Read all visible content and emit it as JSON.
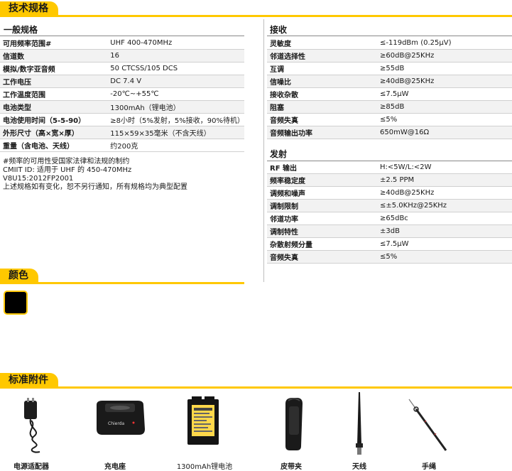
{
  "sections": {
    "specs_title": "技术规格",
    "color_title": "颜色",
    "accessories_title": "标准附件"
  },
  "general": {
    "title": "一般规格",
    "rows": [
      {
        "k": "可用频率范围#",
        "v": "UHF 400-470MHz"
      },
      {
        "k": "信道数",
        "v": "16"
      },
      {
        "k": "模拟/数字亚音频",
        "v": "50 CTCSS/105 DCS"
      },
      {
        "k": "工作电压",
        "v": "DC 7.4 V"
      },
      {
        "k": "工作温度范围",
        "v": "-20℃~+55℃"
      },
      {
        "k": "电池类型",
        "v": "1300mAh（锂电池）"
      },
      {
        "k": "电池使用时间（5-5-90）",
        "v": "≥8小时（5%发射，5%接收，90%待机）"
      },
      {
        "k": "外形尺寸（高×宽×厚）",
        "v": "115×59×35毫米（不含天线）"
      },
      {
        "k": "重量（含电池、天线）",
        "v": "约200克"
      }
    ],
    "notes": [
      "#频率的可用性受国家法律和法规的制约",
      "CMIIT ID: 适用于 UHF 的 450-470MHz",
      "V8U15:2012FP2001",
      "上述规格如有变化，恕不另行通知，所有规格均为典型配置"
    ]
  },
  "receive": {
    "title": "接收",
    "rows": [
      {
        "k": "灵敏度",
        "v": "≤-119dBm (0.25μV)"
      },
      {
        "k": "邻道选择性",
        "v": "≥60dB@25KHz"
      },
      {
        "k": "互调",
        "v": "≥55dB"
      },
      {
        "k": "信噪比",
        "v": "≥40dB@25KHz"
      },
      {
        "k": "接收杂散",
        "v": "≤7.5μW"
      },
      {
        "k": "阻塞",
        "v": "≥85dB"
      },
      {
        "k": "音频失真",
        "v": "≤5%"
      },
      {
        "k": "音频输出功率",
        "v": "650mW@16Ω"
      }
    ]
  },
  "transmit": {
    "title": "发射",
    "rows": [
      {
        "k": "RF 输出",
        "v": "H:<5W/L:<2W"
      },
      {
        "k": "频率稳定度",
        "v": "±2.5 PPM"
      },
      {
        "k": "调频和噪声",
        "v": "≥40dB@25KHz"
      },
      {
        "k": "调制限制",
        "v": "≤±5.0KHz@25KHz"
      },
      {
        "k": "邻道功率",
        "v": "≥65dBc"
      },
      {
        "k": "调制特性",
        "v": "±3dB"
      },
      {
        "k": "杂散射频分量",
        "v": "≤7.5μW"
      },
      {
        "k": "音频失真",
        "v": "≤5%"
      }
    ]
  },
  "colors": [
    "#000000"
  ],
  "accessories": [
    {
      "label": "电源适配器",
      "icon": "power-adapter-icon"
    },
    {
      "label": "充电座",
      "icon": "charger-base-icon",
      "brand": "Chierda"
    },
    {
      "label": "1300mAh锂电池",
      "icon": "battery-icon"
    },
    {
      "label": "皮带夹",
      "icon": "belt-clip-icon"
    },
    {
      "label": "天线",
      "icon": "antenna-icon"
    },
    {
      "label": "手绳",
      "icon": "lanyard-icon"
    }
  ],
  "theme": {
    "accent": "#ffc800"
  }
}
